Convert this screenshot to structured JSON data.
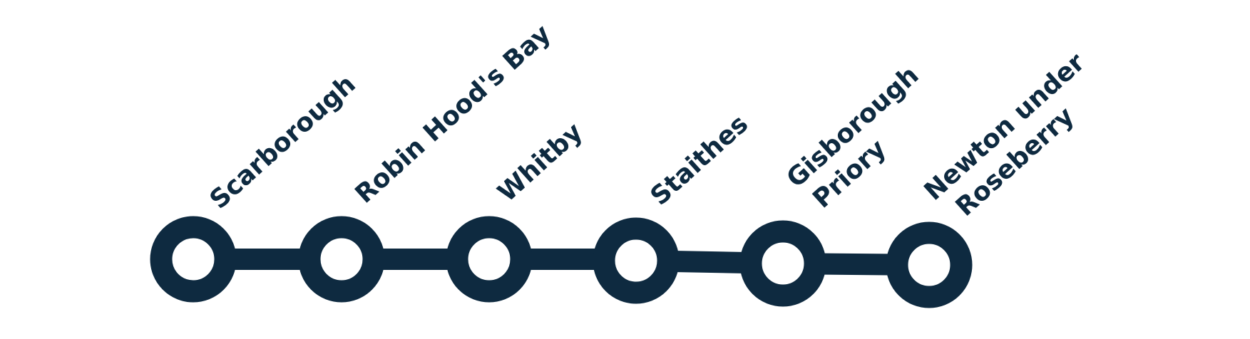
{
  "colors": {
    "line": "#0e2a40",
    "station_fill": "#ffffff",
    "background": "#ffffff"
  },
  "stations": [
    {
      "name_lines": [
        "Scarborough"
      ]
    },
    {
      "name_lines": [
        "Robin Hood's Bay"
      ]
    },
    {
      "name_lines": [
        "Whitby"
      ]
    },
    {
      "name_lines": [
        "Staithes"
      ]
    },
    {
      "name_lines": [
        "Gisborough",
        "Priory"
      ]
    },
    {
      "name_lines": [
        "Newton under",
        "Roseberry"
      ]
    }
  ]
}
